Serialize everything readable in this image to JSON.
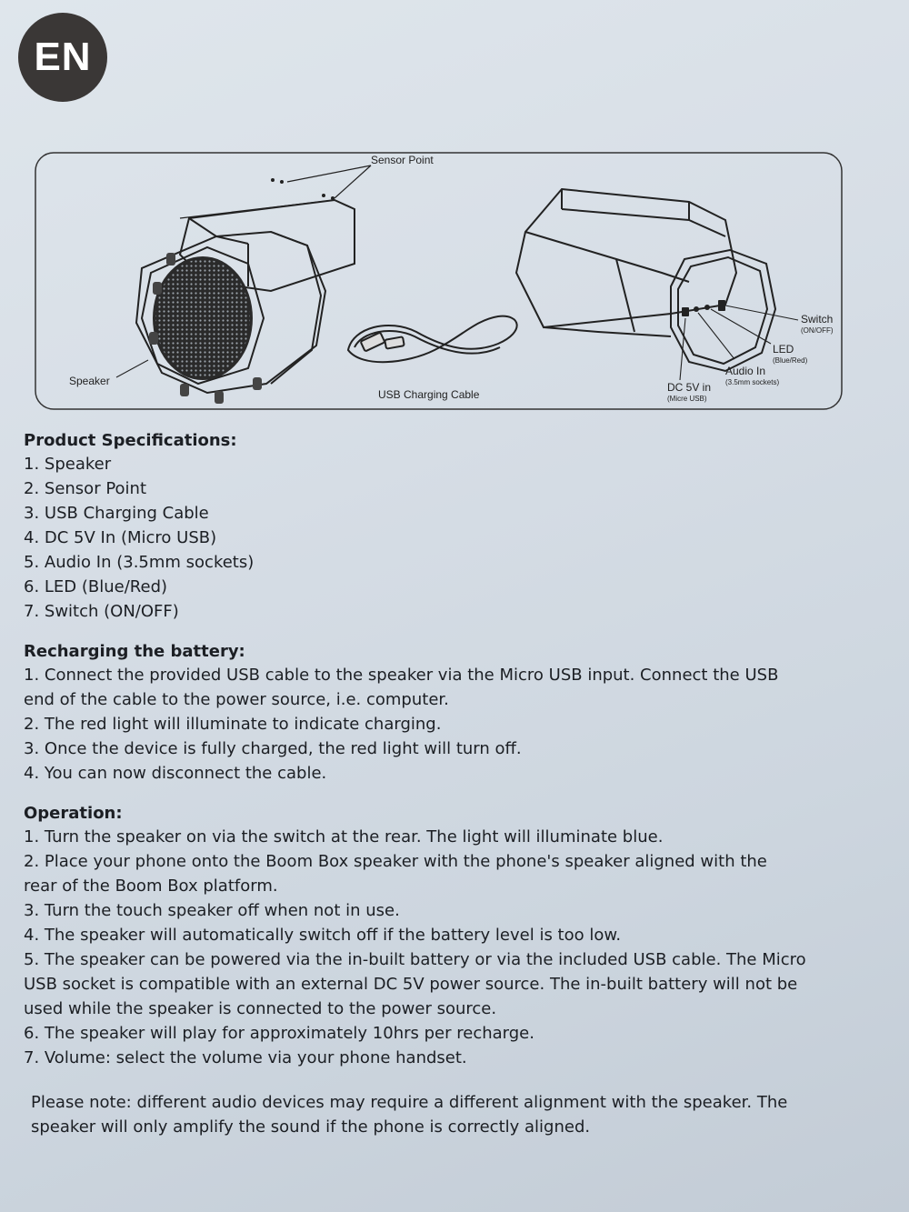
{
  "language_badge": "EN",
  "diagram": {
    "labels": {
      "sensor_point": "Sensor Point",
      "speaker": "Speaker",
      "usb_cable": "USB Charging Cable",
      "switch": "Switch",
      "switch_sub": "(ON/OFF)",
      "led": "LED",
      "led_sub": "(Blue/Red)",
      "audio_in": "Audio In",
      "audio_in_sub": "(3.5mm sockets)",
      "dc_in": "DC 5V in",
      "dc_in_sub": "(Micre USB)"
    }
  },
  "specs": {
    "title": "Product Specifications:",
    "items": [
      "1. Speaker",
      "2. Sensor Point",
      "3. USB Charging Cable",
      "4. DC 5V In (Micro USB)",
      "5. Audio In (3.5mm sockets)",
      "6. LED (Blue/Red)",
      "7. Switch (ON/OFF)"
    ]
  },
  "recharging": {
    "title": "Recharging the battery:",
    "lines": [
      "1. Connect the provided USB cable to the speaker via the Micro USB input. Connect the USB",
      "end of the cable  to the power source, i.e. computer.",
      "2. The red light will illuminate to indicate charging.",
      "3. Once the device is fully charged, the red light will turn off.",
      "4. You can now disconnect the cable."
    ]
  },
  "operation": {
    "title": "Operation:",
    "lines": [
      "1. Turn the speaker on via the switch at the rear. The light will illuminate blue.",
      "2. Place your phone onto the Boom Box speaker with the phone's speaker aligned with the",
      "rear of the Boom Box platform.",
      "3. Turn the touch speaker off when not in use.",
      "4. The speaker will automatically switch off if the battery level is too low.",
      "5. The speaker can be powered via the in-built battery or via the included USB cable. The Micro",
      "USB socket is compatible with an external DC 5V power source. The in-built battery will not be",
      "used while the speaker is connected to the power source.",
      "6. The speaker will play for approximately 10hrs per recharge.",
      "7. Volume: select the volume via your phone handset."
    ]
  },
  "note": {
    "lines": [
      "Please note: different audio devices may require a different alignment with the speaker. The",
      "speaker will only amplify the sound if the phone is correctly aligned."
    ]
  }
}
